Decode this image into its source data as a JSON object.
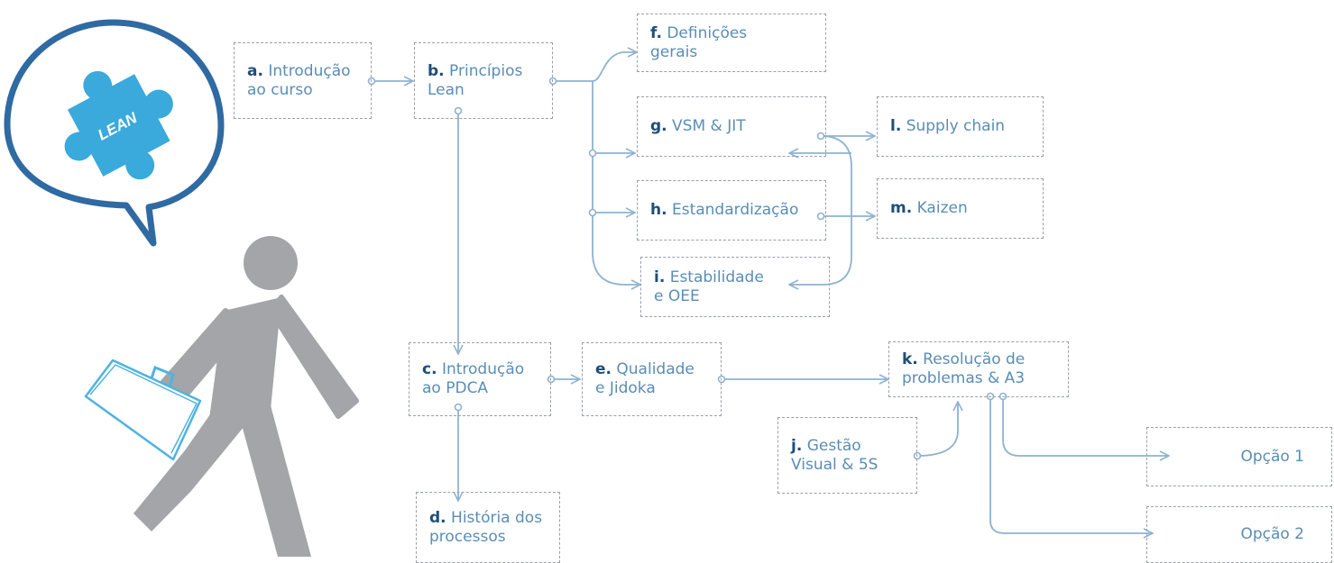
{
  "nodes": {
    "a": {
      "letter": "a.",
      "line1": " Introdução",
      "line2": "ao curso"
    },
    "b": {
      "letter": "b.",
      "line1": " Princípios",
      "line2": "Lean"
    },
    "c": {
      "letter": "c.",
      "line1": " Introdução",
      "line2": "ao PDCA"
    },
    "d": {
      "letter": "d.",
      "line1": " História dos",
      "line2": "processos"
    },
    "e": {
      "letter": "e.",
      "line1": " Qualidade",
      "line2": "e Jidoka"
    },
    "f": {
      "letter": "f.",
      "line1": " Definições",
      "line2": "gerais"
    },
    "g": {
      "letter": "g.",
      "line1": " VSM & JIT",
      "line2": ""
    },
    "h": {
      "letter": "h.",
      "line1": " Estandardização",
      "line2": ""
    },
    "i": {
      "letter": "i.",
      "line1": " Estabilidade",
      "line2": "e OEE"
    },
    "j": {
      "letter": "j.",
      "line1": " Gestão",
      "line2": "Visual & 5S"
    },
    "k": {
      "letter": "k.",
      "line1": " Resolução de",
      "line2": "problemas & A3"
    },
    "l": {
      "letter": "l.",
      "line1": " Supply chain",
      "line2": ""
    },
    "m": {
      "letter": "m.",
      "line1": " Kaizen",
      "line2": ""
    },
    "o1": {
      "letter": "",
      "line1": "Opção 1",
      "line2": ""
    },
    "o2": {
      "letter": "",
      "line1": "Opção 2",
      "line2": ""
    }
  },
  "illustration": {
    "bubble_text": "LEAN"
  },
  "colors": {
    "link": "#8fb2d1",
    "text": "#5a8db5",
    "letter": "#1f4e79",
    "border": "#9aa0a6",
    "bubble_stroke": "#2f6aa3",
    "puzzle": "#3aa9dc",
    "figure": "#a3a5a8",
    "briefcase": "#4fb3e0"
  }
}
